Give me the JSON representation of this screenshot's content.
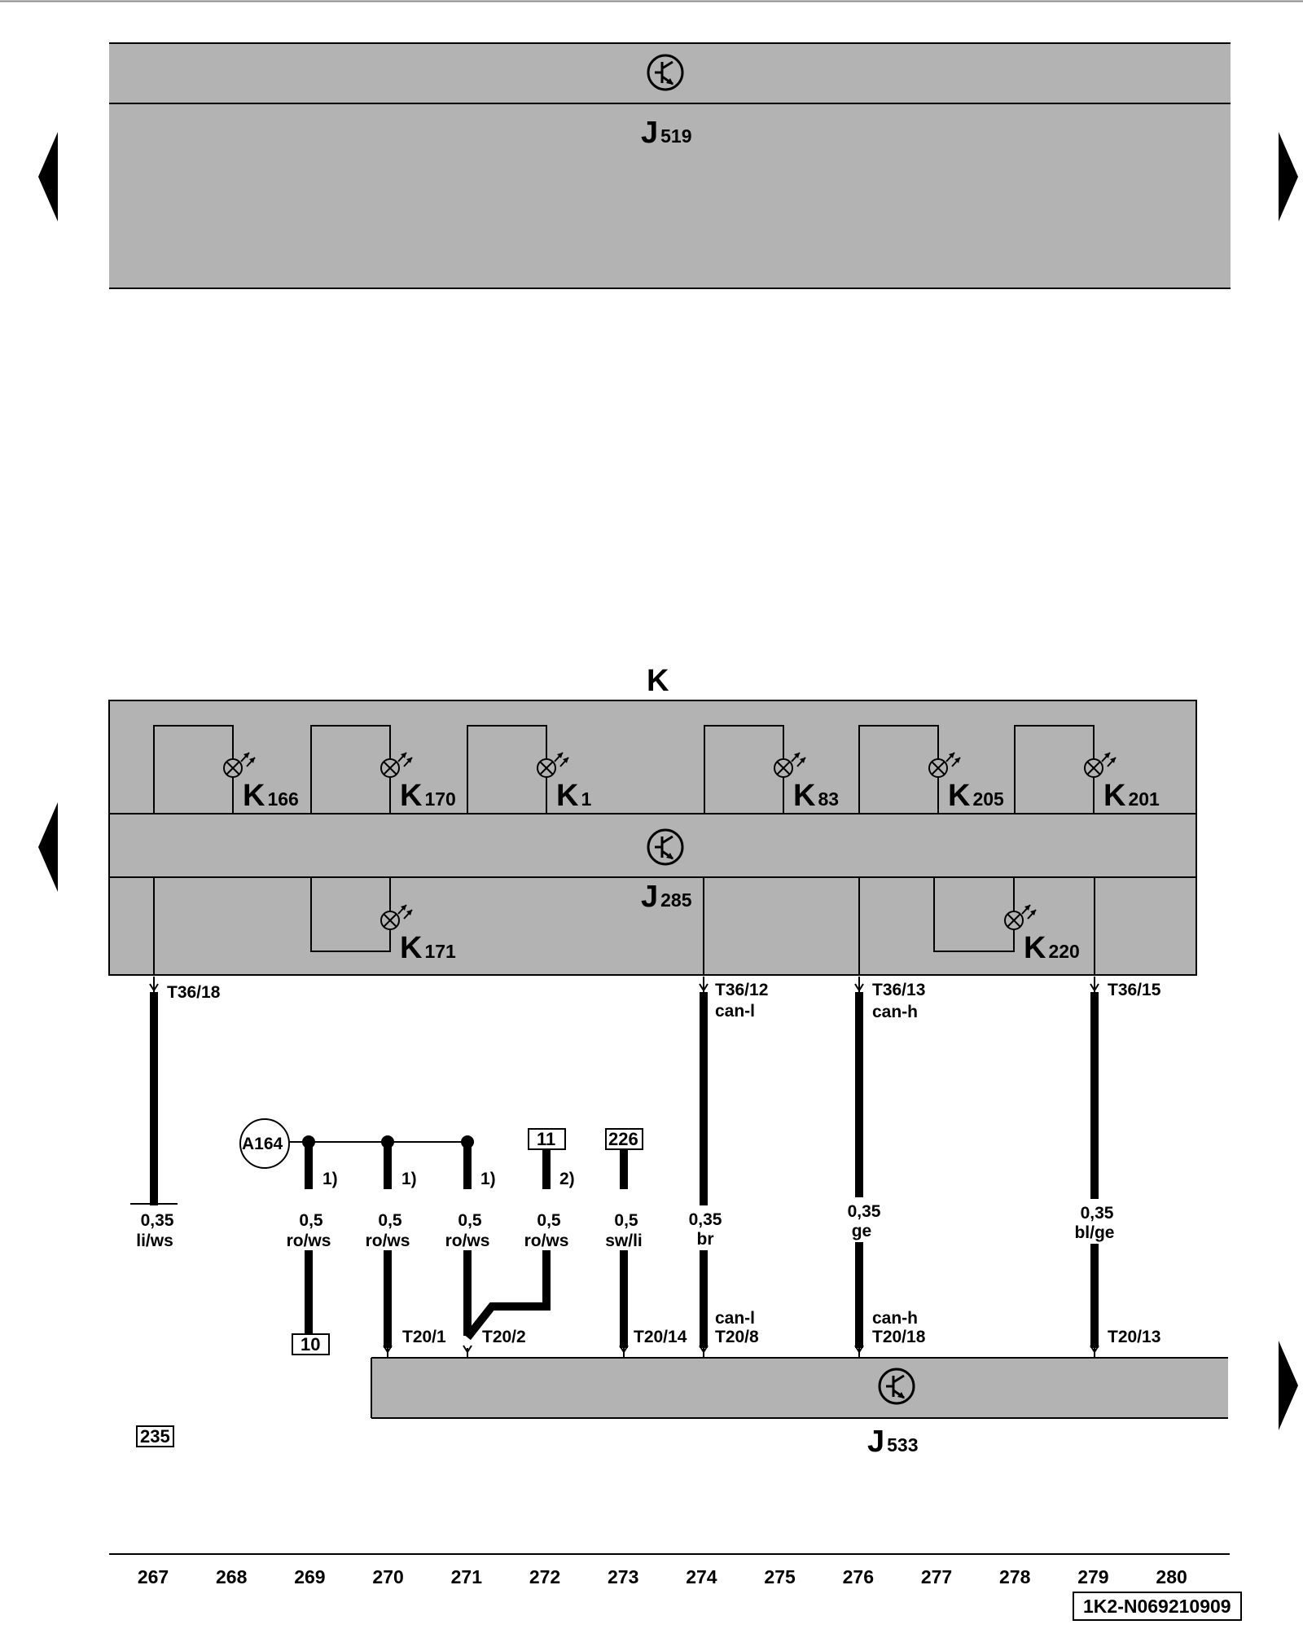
{
  "modules": {
    "j519": {
      "letter": "J",
      "num": "519"
    },
    "k_cluster": {
      "title": "K"
    },
    "j285": {
      "letter": "J",
      "num": "285"
    },
    "j533": {
      "letter": "J",
      "num": "533"
    }
  },
  "warning_lamps": [
    {
      "letter": "K",
      "num": "166"
    },
    {
      "letter": "K",
      "num": "170"
    },
    {
      "letter": "K",
      "num": "1"
    },
    {
      "letter": "K",
      "num": "83"
    },
    {
      "letter": "K",
      "num": "205"
    },
    {
      "letter": "K",
      "num": "201"
    },
    {
      "letter": "K",
      "num": "171"
    },
    {
      "letter": "K",
      "num": "220"
    }
  ],
  "connectors": {
    "t36_18": "T36/18",
    "t36_12": "T36/12",
    "t36_12_sig": "can-l",
    "t36_13": "T36/13",
    "t36_13_sig": "can-h",
    "t36_15": "T36/15",
    "t20_1": "T20/1",
    "t20_2": "T20/2",
    "t20_14": "T20/14",
    "t20_8": "T20/8",
    "t20_8_sig": "can-l",
    "t20_18": "T20/18",
    "t20_18_sig": "can-h",
    "t20_13": "T20/13"
  },
  "wires": [
    {
      "size": "0,35",
      "color": "li/ws"
    },
    {
      "size": "0,5",
      "color": "ro/ws",
      "note": "1)"
    },
    {
      "size": "0,5",
      "color": "ro/ws",
      "note": "1)"
    },
    {
      "size": "0,5",
      "color": "ro/ws",
      "note": "1)"
    },
    {
      "size": "0,5",
      "color": "ro/ws",
      "note": "2)"
    },
    {
      "size": "0,5",
      "color": "sw/li"
    },
    {
      "size": "0,35",
      "color": "br"
    },
    {
      "size": "0,35",
      "color": "ge"
    },
    {
      "size": "0,35",
      "color": "bl/ge"
    }
  ],
  "junction": "A164",
  "refs": {
    "r235": "235",
    "r10": "10",
    "r11": "11",
    "r226": "226"
  },
  "columns": [
    "267",
    "268",
    "269",
    "270",
    "271",
    "272",
    "273",
    "274",
    "275",
    "276",
    "277",
    "278",
    "279",
    "280"
  ],
  "doc_id": "1K2-N069210909"
}
